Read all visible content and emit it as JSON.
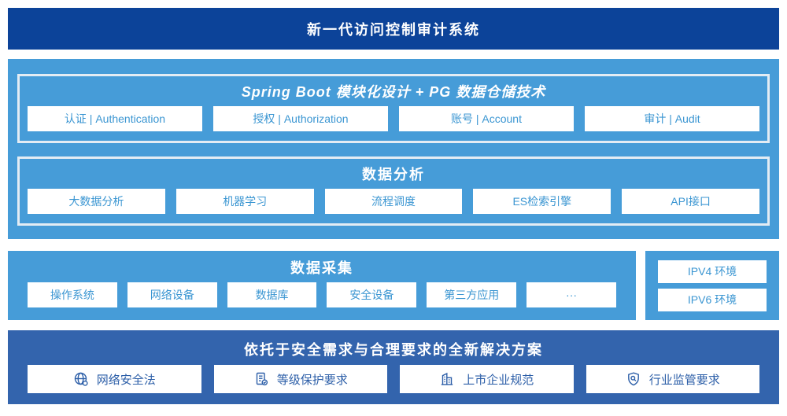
{
  "banner": {
    "title": "新一代访问控制审计系统"
  },
  "platform": {
    "spring": {
      "title": "Spring Boot 模块化设计 + PG 数据仓储技术",
      "modules": [
        "认证 | Authentication",
        "授权 | Authorization",
        "账号 | Account",
        "审计 | Audit"
      ]
    },
    "analysis": {
      "title": "数据分析",
      "modules": [
        "大数据分析",
        "机器学习",
        "流程调度",
        "ES检索引擎",
        "API接口"
      ]
    }
  },
  "collection": {
    "title": "数据采集",
    "sources": [
      "操作系统",
      "网络设备",
      "数据库",
      "安全设备",
      "第三方应用",
      "···"
    ],
    "environments": [
      "IPV4 环境",
      "IPV6 环境"
    ]
  },
  "solution": {
    "title": "依托于安全需求与合理要求的全新解决方案",
    "items": [
      {
        "icon": "globe-network-icon",
        "label": "网络安全法"
      },
      {
        "icon": "document-check-icon",
        "label": "等级保护要求"
      },
      {
        "icon": "buildings-icon",
        "label": "上市企业规范"
      },
      {
        "icon": "shield-search-icon",
        "label": "行业监管要求"
      }
    ]
  },
  "colors": {
    "banner_blue": "#0c4399",
    "light_blue": "#469cd8",
    "solution_blue": "#3364ad",
    "chip_text_light": "#3b96d2",
    "chip_text_dark": "#2d5fa8",
    "inner_border": "#e3ecf4"
  }
}
